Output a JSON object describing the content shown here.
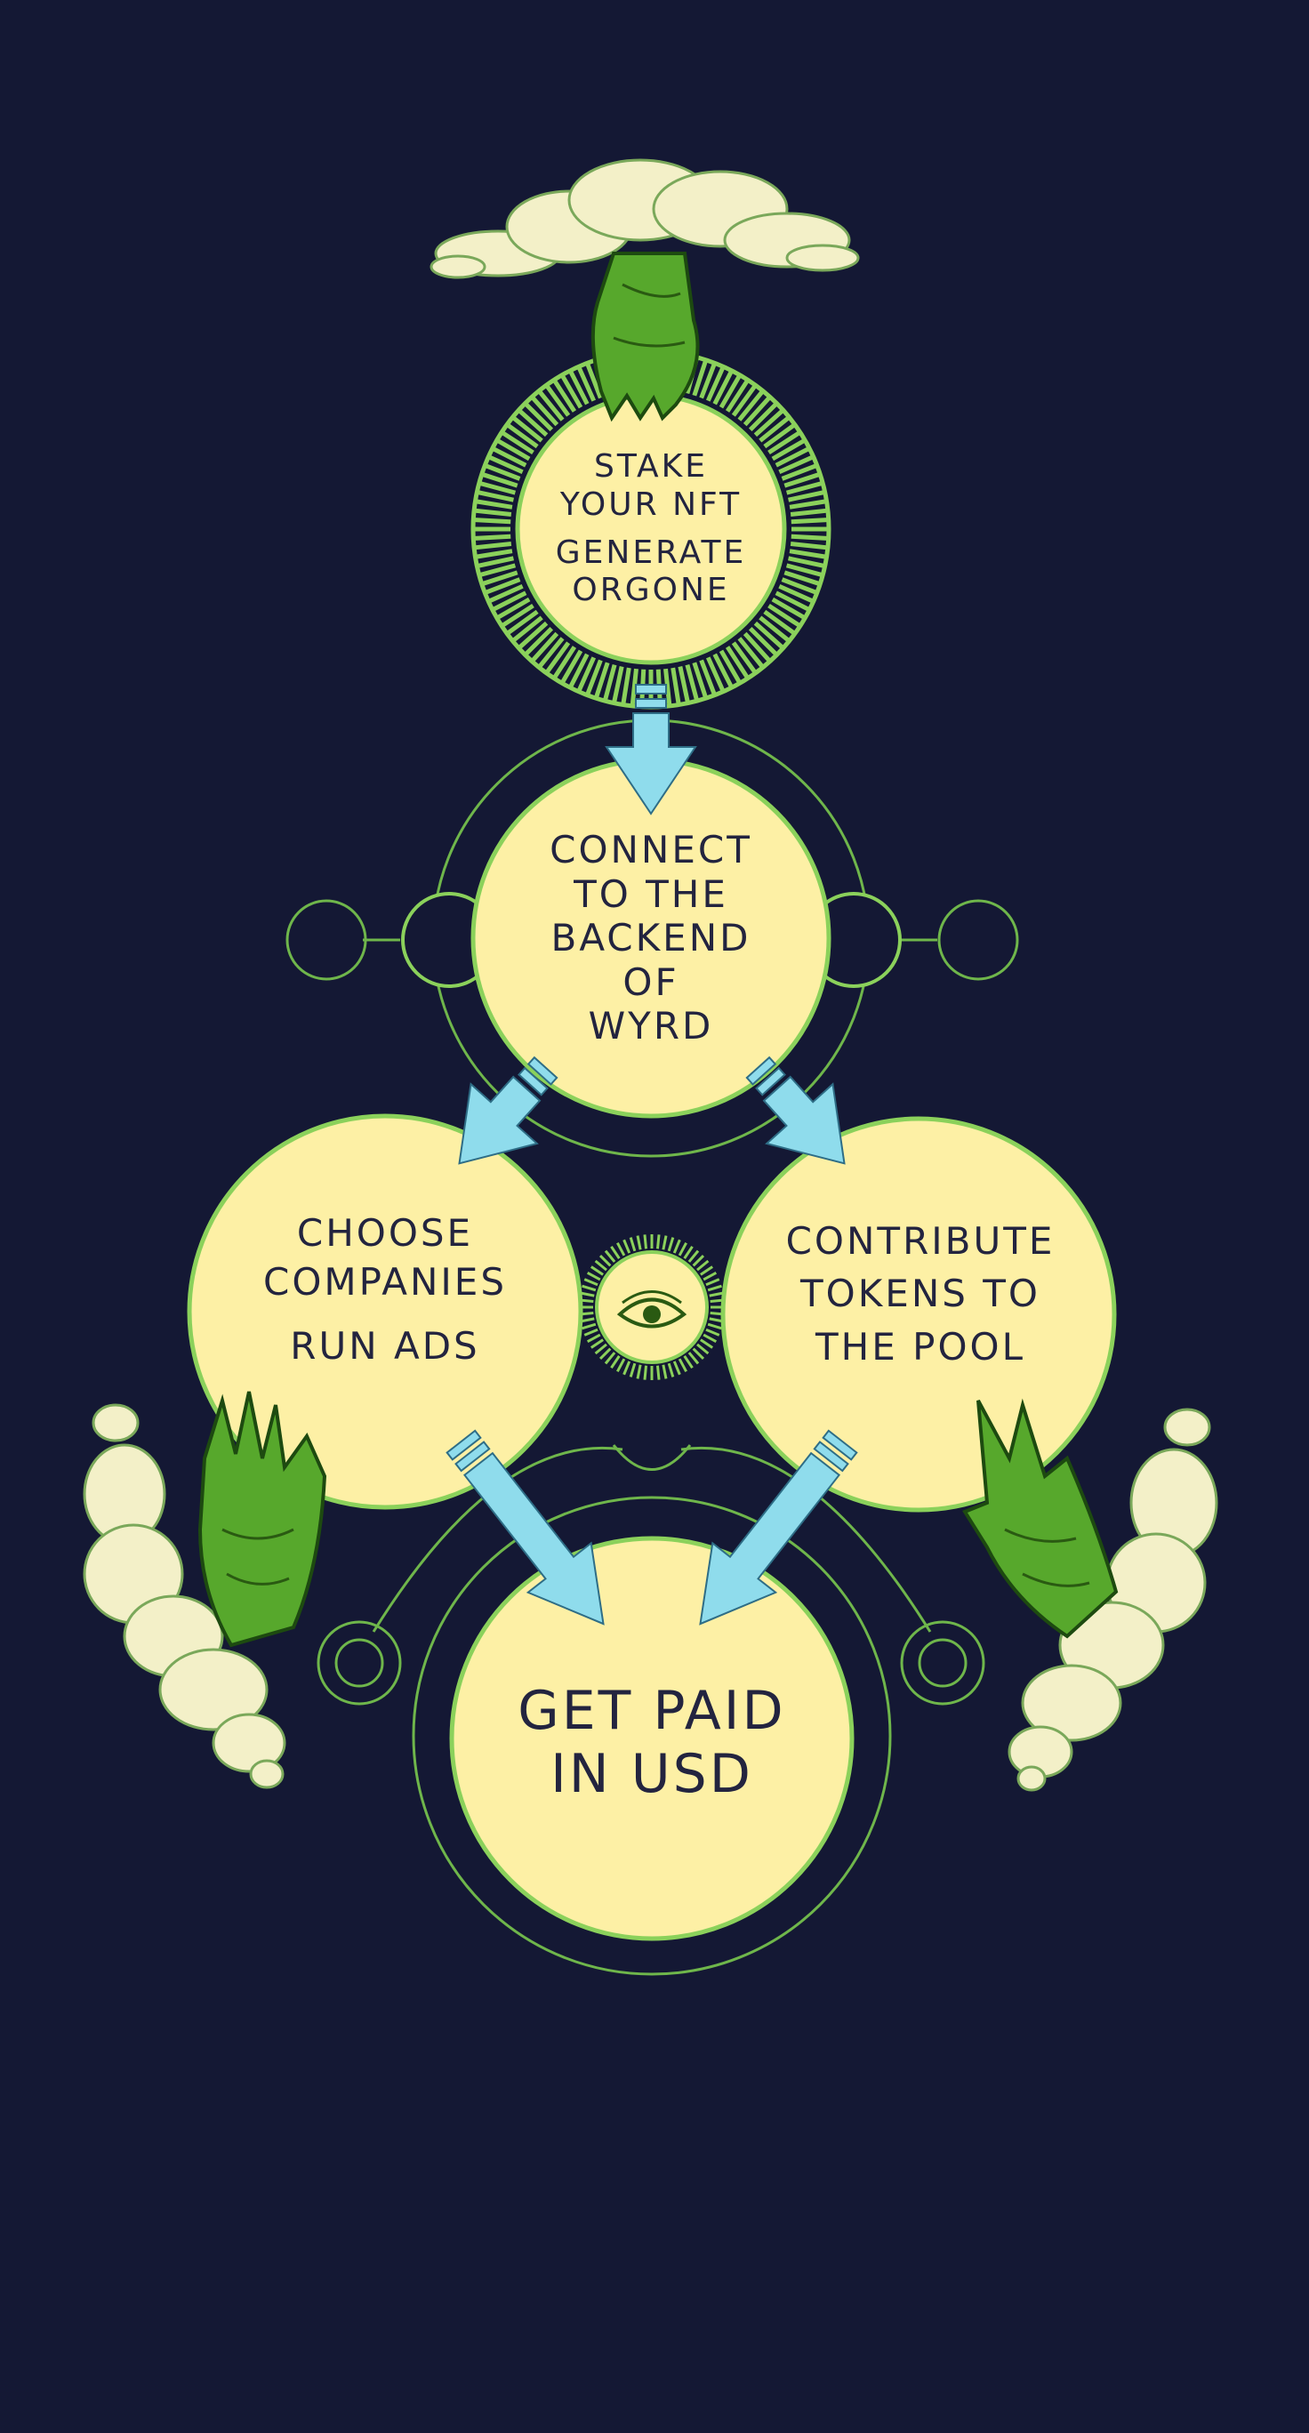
{
  "colors": {
    "background": "#141834",
    "node_fill": "#fdf0a5",
    "node_outline": "#8bd15b",
    "arrow": "#8fdcec",
    "line": "#6fb64b",
    "hand": "#57a82c",
    "cloud": "#f3f0c8",
    "text": "#23243f"
  },
  "nodes": {
    "stake": {
      "line1": "STAKE",
      "line2": "YOUR NFT",
      "line3": "GENERATE",
      "line4": "ORGONE"
    },
    "connect": {
      "line1": "CONNECT",
      "line2": "TO THE",
      "line3": "BACKEND",
      "line4": "OF",
      "line5": "WYRD"
    },
    "choose": {
      "line1": "CHOOSE",
      "line2": "COMPANIES",
      "line3": "RUN ADS"
    },
    "contribute": {
      "line1": "CONTRIBUTE",
      "line2": "TOKENS TO",
      "line3": "THE POOL"
    },
    "paid": {
      "line1": "GET PAID",
      "line2": "IN USD"
    }
  },
  "icons": {
    "center": "all-seeing-eye-icon",
    "top_hand": "pointing-hand-icon",
    "left_hand": "raised-palm-hand-icon",
    "right_hand": "blessing-hand-icon",
    "clouds": "smoke-cloud-icon"
  }
}
